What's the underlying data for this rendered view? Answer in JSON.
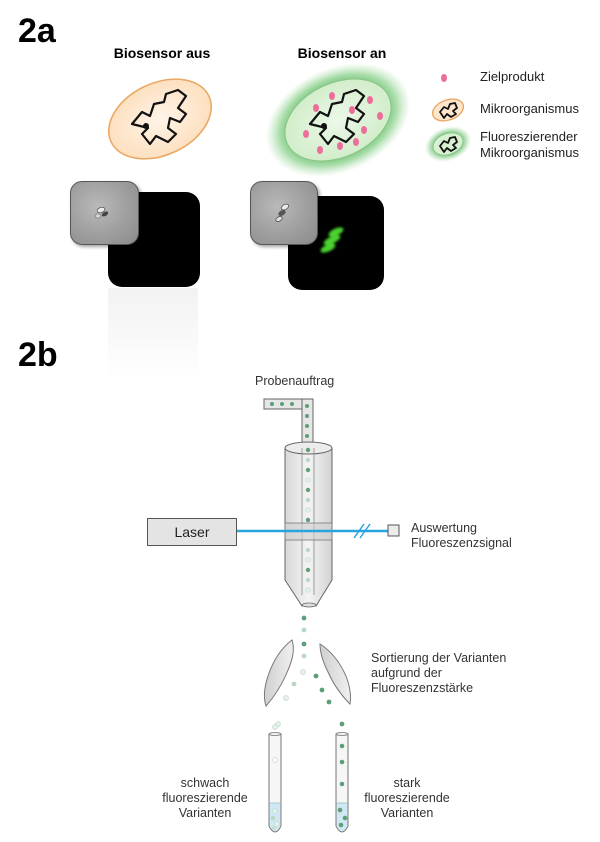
{
  "panel_a": {
    "label": "2a",
    "title_off": "Biosensor aus",
    "title_on": "Biosensor an",
    "legend": {
      "item1": "Zielprodukt",
      "item2": "Mikroorganismus",
      "item3_line1": "Fluoreszierender",
      "item3_line2": "Mikroorganismus"
    }
  },
  "panel_b": {
    "label": "2b",
    "sample_application": "Probenauftrag",
    "laser": "Laser",
    "evaluation_line1": "Auswertung",
    "evaluation_line2": "Fluoreszenzsignal",
    "sorting_line1": "Sortierung der Varianten",
    "sorting_line2": "aufgrund der",
    "sorting_line3": "Fluoreszenzstärke",
    "weak_line1": "schwach",
    "weak_line2": "fluoreszierende",
    "weak_line3": "Varianten",
    "strong_line1": "stark",
    "strong_line2": "fluoreszierende",
    "strong_line3": "Varianten"
  },
  "colors": {
    "cell_fill": "#fde6cc",
    "cell_border": "#e9a964",
    "target_product": "#ec6f9a",
    "glow": "#59b85a",
    "laser_beam": "#2aa4dc",
    "droplet_dark": "#5c9f78",
    "droplet_light": "#b8d8c3"
  },
  "icons": {
    "cell": "microorganism-cell-icon",
    "droplet": "droplet-icon",
    "tube": "test-tube-icon",
    "nozzle": "flow-nozzle-icon"
  }
}
